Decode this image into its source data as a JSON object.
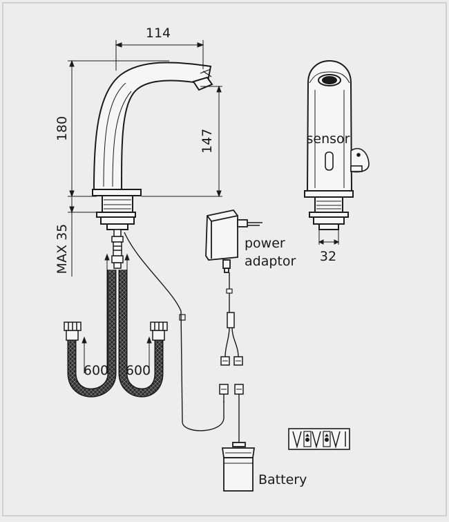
{
  "dimensions": {
    "spout_reach": "114",
    "total_height": "180",
    "spout_height": "147",
    "max_mount": "MAX 35",
    "base_diameter": "32",
    "hose_left": "600",
    "hose_right": "600"
  },
  "labels": {
    "sensor": "sensor",
    "power_line1": "power",
    "power_line2": "adaptor",
    "battery": "Battery"
  },
  "icons": {
    "checkvalve": "check-valve-icon",
    "plug": "power-plug-icon",
    "battery": "battery-icon",
    "faucet": "faucet-icon"
  }
}
